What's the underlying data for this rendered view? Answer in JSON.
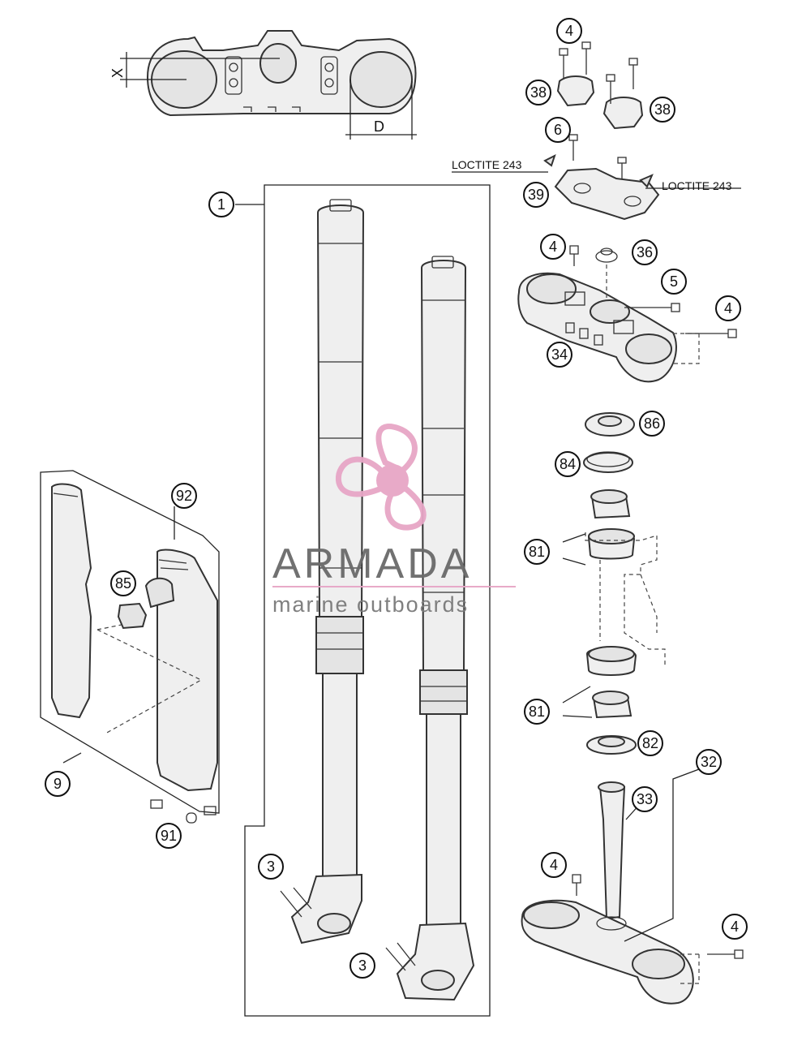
{
  "callouts": [
    {
      "id": "c1",
      "text": "1"
    },
    {
      "id": "c3a",
      "text": "3"
    },
    {
      "id": "c3b",
      "text": "3"
    },
    {
      "id": "c4a",
      "text": "4"
    },
    {
      "id": "c4b",
      "text": "4"
    },
    {
      "id": "c4c",
      "text": "4"
    },
    {
      "id": "c4d",
      "text": "4"
    },
    {
      "id": "c4e",
      "text": "4"
    },
    {
      "id": "c5",
      "text": "5"
    },
    {
      "id": "c6",
      "text": "6"
    },
    {
      "id": "c9",
      "text": "9"
    },
    {
      "id": "c32",
      "text": "32"
    },
    {
      "id": "c33",
      "text": "33"
    },
    {
      "id": "c34",
      "text": "34"
    },
    {
      "id": "c36",
      "text": "36"
    },
    {
      "id": "c38a",
      "text": "38"
    },
    {
      "id": "c38b",
      "text": "38"
    },
    {
      "id": "c39",
      "text": "39"
    },
    {
      "id": "c81a",
      "text": "81"
    },
    {
      "id": "c81b",
      "text": "81"
    },
    {
      "id": "c82",
      "text": "82"
    },
    {
      "id": "c84",
      "text": "84"
    },
    {
      "id": "c85",
      "text": "85"
    },
    {
      "id": "c86",
      "text": "86"
    },
    {
      "id": "c91",
      "text": "91"
    },
    {
      "id": "c92",
      "text": "92"
    }
  ],
  "labels": {
    "loctite_left": "LOCTITE 243",
    "loctite_right": "LOCTITE 243",
    "dim_x": "X",
    "dim_d": "D"
  },
  "watermark": {
    "title": "ARMADA",
    "subtitle": "marine outboards",
    "logo_icon": "propeller-icon",
    "accent": "#e7a6c6",
    "text_color": "#6a6a6a"
  }
}
